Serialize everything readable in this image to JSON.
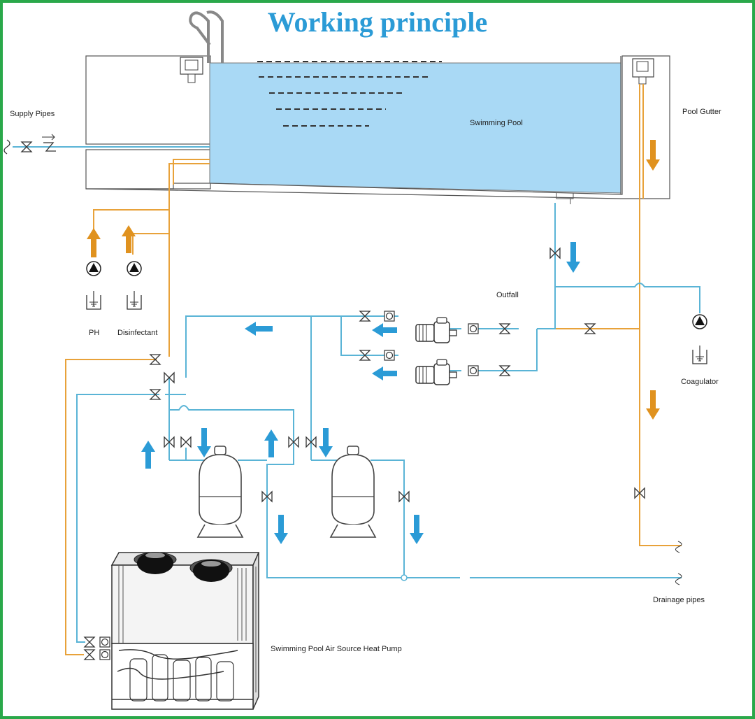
{
  "title": "Working principle",
  "labels": {
    "supply_pipes": "Supply Pipes",
    "swimming_pool": "Swimming Pool",
    "pool_gutter": "Pool Gutter",
    "ph": "PH",
    "disinfectant": "Disinfectant",
    "outfall": "Outfall",
    "coagulator": "Coagulator",
    "drainage_pipes": "Drainage pipes",
    "heat_pump": "Swimming Pool Air Source Heat Pump"
  },
  "colors": {
    "title": "#2b9bd6",
    "border": "#2aa84a",
    "water": "#a9d9f5",
    "blue_pipe": "#5ab4d6",
    "orange_pipe": "#e8a23a",
    "arrow_blue": "#2b9bd6",
    "arrow_orange": "#e0921f"
  },
  "icons": [
    "valve-icon",
    "check-valve-icon",
    "pump-icon",
    "arrow-icon",
    "sand-filter-icon",
    "chemical-tank-icon",
    "heat-pump-unit-icon"
  ]
}
